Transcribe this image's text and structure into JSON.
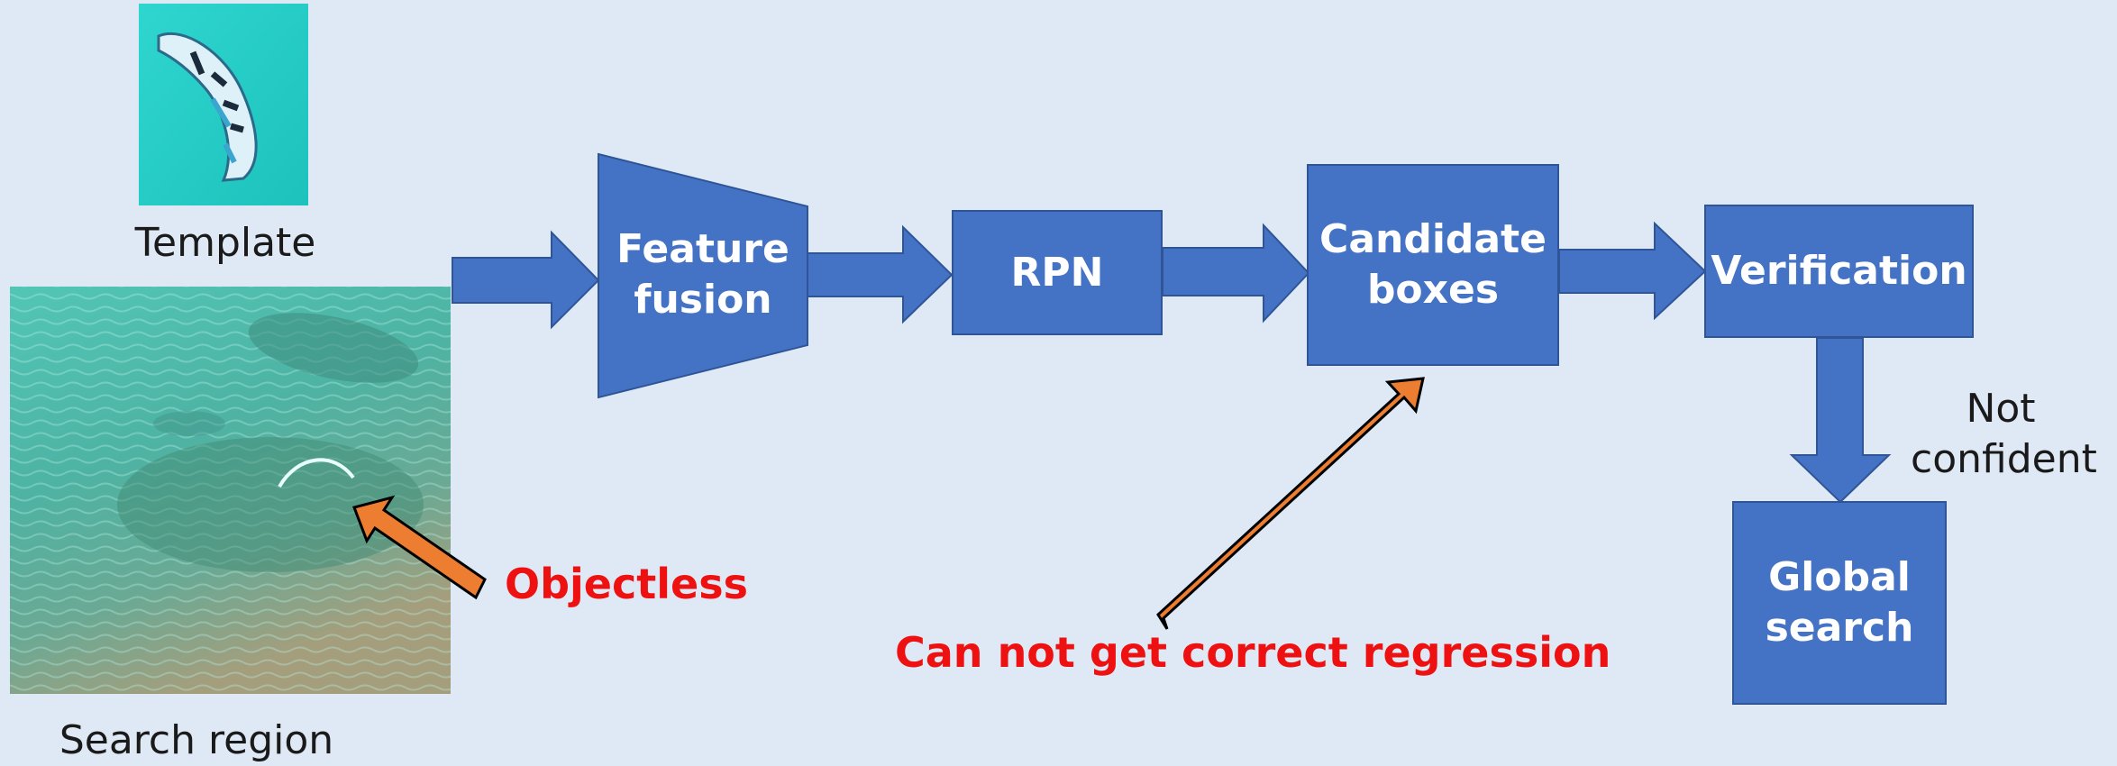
{
  "template": {
    "label": "Template"
  },
  "search_region": {
    "label": "Search region"
  },
  "nodes": {
    "feature_fusion": "Feature fusion",
    "rpn": "RPN",
    "candidate_boxes": "Candidate boxes",
    "verification": "Verification",
    "global_search": "Global search"
  },
  "edge_labels": {
    "not_confident": "Not confident"
  },
  "annotations": {
    "objectless": "Objectless",
    "regression": "Can not get correct regression"
  },
  "colors": {
    "node_fill": "#4472c4",
    "node_stroke": "#2f5597",
    "warning_text": "#ee1111",
    "annotation_arrow": "#ed7d31",
    "background": "#dee9f5"
  }
}
